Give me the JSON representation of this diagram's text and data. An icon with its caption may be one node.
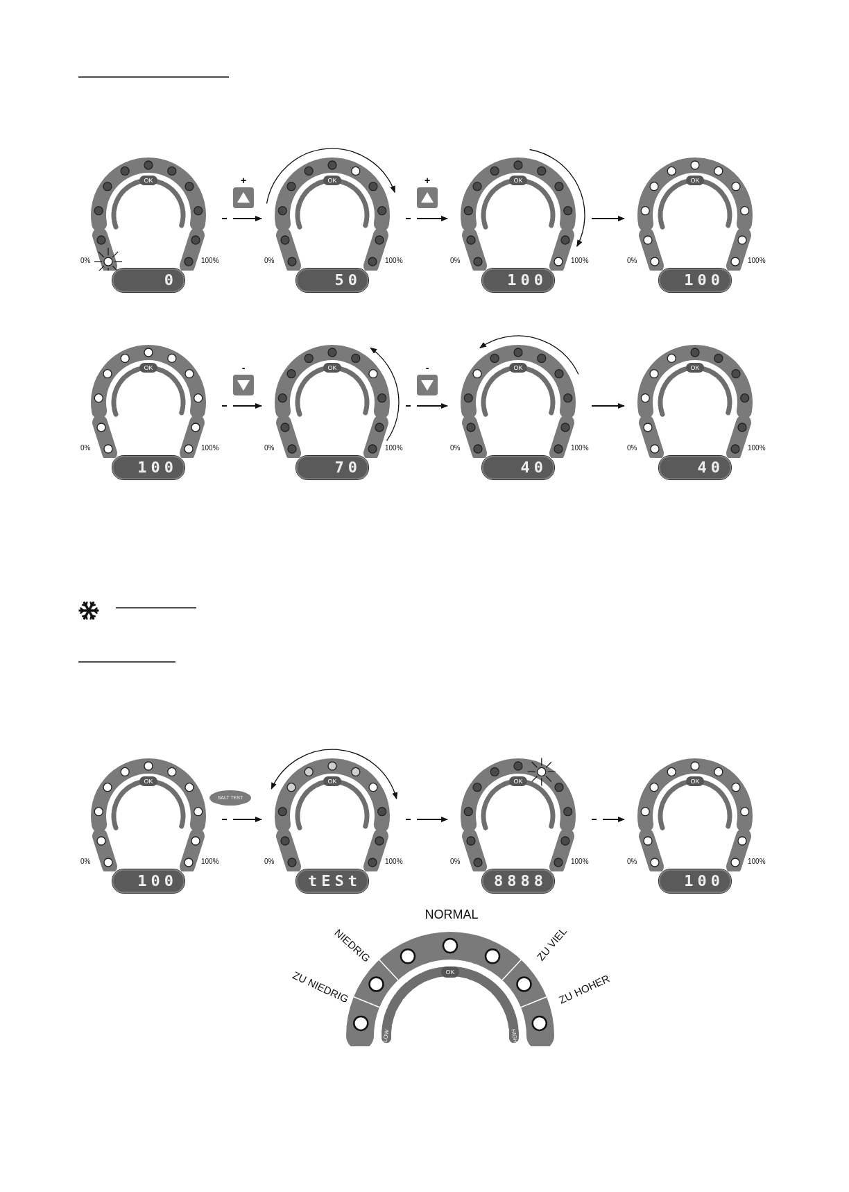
{
  "diagram": {
    "nodes": [
      {
        "text": [
          "OK",
          "0%",
          "100%",
          "0"
        ]
      },
      {
        "text": [
          "+"
        ]
      },
      {
        "text": [
          "OK",
          "0%",
          "100%",
          "50"
        ]
      },
      {
        "text": [
          "+"
        ]
      },
      {
        "text": [
          "OK",
          "0%",
          "100%",
          "100"
        ]
      },
      {
        "text": [
          "OK",
          "0%",
          "100%",
          "100"
        ]
      },
      {
        "text": [
          "OK",
          "0%",
          "100%",
          "100"
        ]
      },
      {
        "text": [
          "-"
        ]
      },
      {
        "text": [
          "OK",
          "0%",
          "100%",
          "70"
        ]
      },
      {
        "text": [
          "-"
        ]
      },
      {
        "text": [
          "OK",
          "0%",
          "100%",
          "40"
        ]
      },
      {
        "text": [
          "OK",
          "0%",
          "100%",
          "40"
        ]
      },
      {
        "text": [
          "OK",
          "0%",
          "100%",
          "100"
        ]
      },
      {
        "text": [
          "SALT TEST"
        ]
      },
      {
        "text": [
          "OK",
          "0%",
          "100%",
          "tESt"
        ]
      },
      {
        "text": [
          "OK",
          "0%",
          "100%",
          "8888"
        ]
      },
      {
        "text": [
          "OK",
          "0%",
          "100%",
          "100"
        ]
      },
      {
        "text": [
          "OK",
          "LOW",
          "HIGH"
        ],
        "beside": [
          "NORMAL",
          "NIEDRIG",
          "ZU VIEL",
          "ZU NIEDRIG",
          "ZU HOHER"
        ]
      }
    ],
    "edges": [
      {
        "from": 0,
        "to": 2,
        "arrow": "to",
        "style": "dashed"
      },
      {
        "from": 2,
        "to": 4,
        "arrow": "to",
        "style": "dashed"
      },
      {
        "from": 4,
        "to": 5,
        "arrow": "to"
      },
      {
        "from": 6,
        "to": 8,
        "arrow": "to",
        "style": "dashed"
      },
      {
        "from": 8,
        "to": 10,
        "arrow": "to",
        "style": "dashed"
      },
      {
        "from": 10,
        "to": 11,
        "arrow": "to"
      },
      {
        "from": 12,
        "to": 14,
        "arrow": "to",
        "style": "dashed"
      },
      {
        "from": 14,
        "to": 15,
        "arrow": "to",
        "style": "dashed"
      },
      {
        "from": 15,
        "to": 16,
        "arrow": "to",
        "style": "dashed"
      }
    ]
  }
}
